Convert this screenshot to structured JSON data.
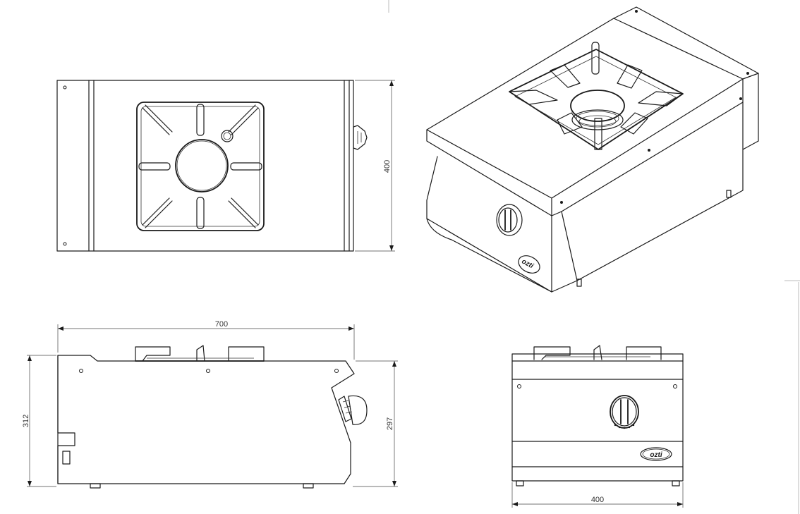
{
  "dimensions": {
    "top_view_depth": "400",
    "side_view_width": "700",
    "side_view_height_front": "312",
    "side_view_height_back": "297",
    "front_view_width": "400"
  },
  "brand": {
    "logo_text": "ozti"
  },
  "colors": {
    "line": "#1a1a1a",
    "background": "#ffffff",
    "dimension": "#444444"
  }
}
